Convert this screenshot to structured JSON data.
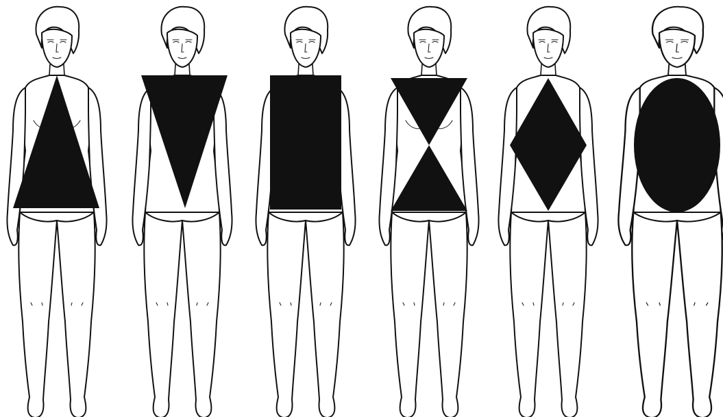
{
  "figures": [
    {
      "id": "figure-1",
      "shape": "triangle"
    },
    {
      "id": "figure-2",
      "shape": "inverted-triangle"
    },
    {
      "id": "figure-3",
      "shape": "rectangle"
    },
    {
      "id": "figure-4",
      "shape": "hourglass"
    },
    {
      "id": "figure-5",
      "shape": "diamond"
    },
    {
      "id": "figure-6",
      "shape": "oval"
    }
  ],
  "colors": {
    "ink": "#111111",
    "background": "#ffffff"
  }
}
